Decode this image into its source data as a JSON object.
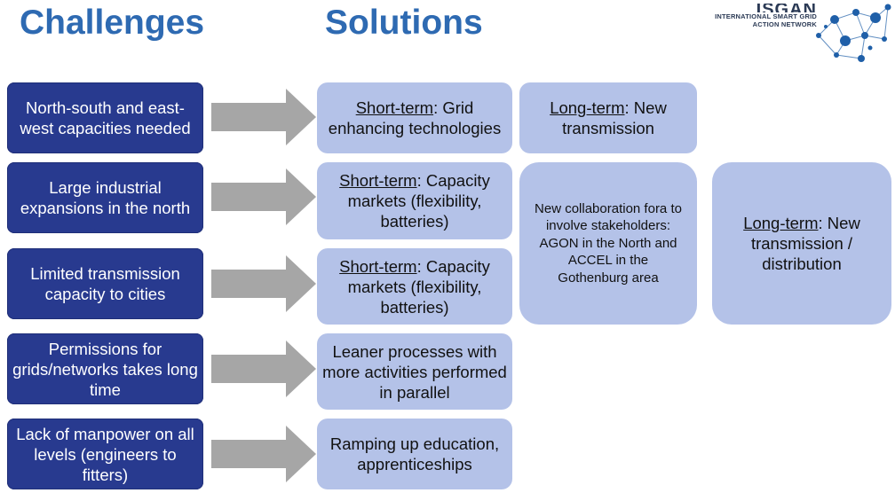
{
  "headings": {
    "challenges": "Challenges",
    "solutions": "Solutions"
  },
  "logo": {
    "partial_title": "ISGAN",
    "line1": "INTERNATIONAL SMART GRID",
    "line2": "ACTION NETWORK"
  },
  "challenges": [
    {
      "text": "North-south and east-west capacities needed"
    },
    {
      "text": "Large industrial expansions in the north"
    },
    {
      "text": "Limited transmission capacity to cities"
    },
    {
      "text": "Permissions for grids/networks takes long time"
    },
    {
      "text": "Lack of manpower on all levels (engineers to fitters)"
    }
  ],
  "solutions": [
    {
      "prefix": "Short-term",
      "rest": ": Grid enhancing technologies"
    },
    {
      "prefix": "Short-term",
      "rest": ": Capacity markets (flexibility, batteries)"
    },
    {
      "prefix": "Short-term",
      "rest": ": Capacity markets (flexibility, batteries)"
    },
    {
      "prefix": "",
      "rest": "Leaner processes with more activities performed in parallel"
    },
    {
      "prefix": "",
      "rest": "Ramping up education, apprenticeships"
    }
  ],
  "longterm1": {
    "prefix": "Long-term",
    "rest": ": New transmission"
  },
  "collaboration": {
    "text": "New collaboration fora to involve stakeholders: AGON in the North and ACCEL in the Gothenburg area"
  },
  "longterm2": {
    "prefix": "Long-term",
    "rest": ": New transmission / distribution"
  },
  "colors": {
    "heading": "#2e6ab2",
    "challenge_fill": "#283a8f",
    "solution_fill": "#b4c2e8",
    "arrow": "#a6a6a6",
    "logo_dots": "#1f5fa8"
  }
}
